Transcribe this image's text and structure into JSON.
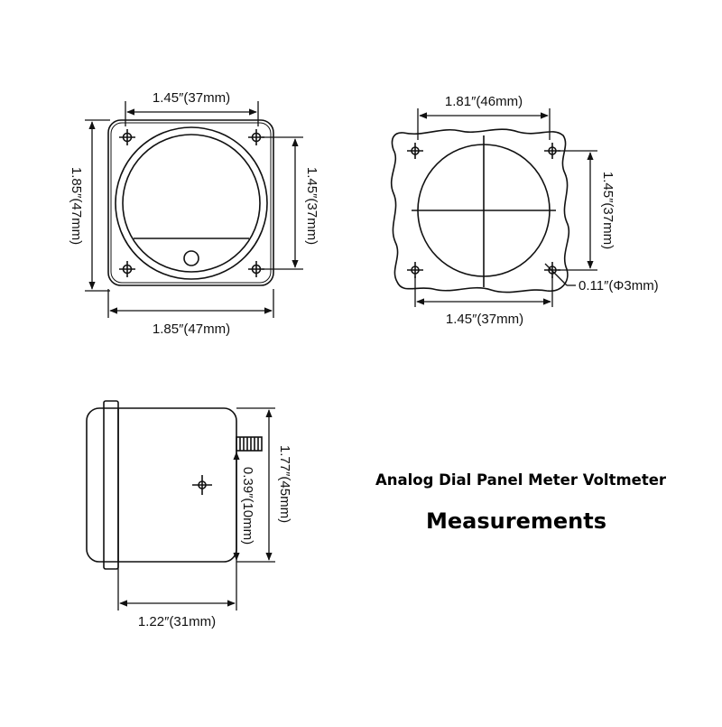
{
  "title": {
    "line1": "Analog Dial Panel Meter Voltmeter",
    "line2": "Measurements"
  },
  "front_view": {
    "top_width": "1.45″(37mm)",
    "left_height": "1.85″(47mm)",
    "right_height": "1.45″(37mm)",
    "bottom_width": "1.85″(47mm)"
  },
  "cutout_view": {
    "top_width": "1.81″(46mm)",
    "right_height": "1.45″(37mm)",
    "hole_diameter": "0.11″(Φ3mm)",
    "bottom_width": "1.45″(37mm)"
  },
  "side_view": {
    "overall_height": "1.77″(45mm)",
    "terminal_offset": "0.39″(10mm)",
    "depth": "1.22″(31mm)"
  },
  "colors": {
    "line": "#111111",
    "background": "#ffffff"
  }
}
